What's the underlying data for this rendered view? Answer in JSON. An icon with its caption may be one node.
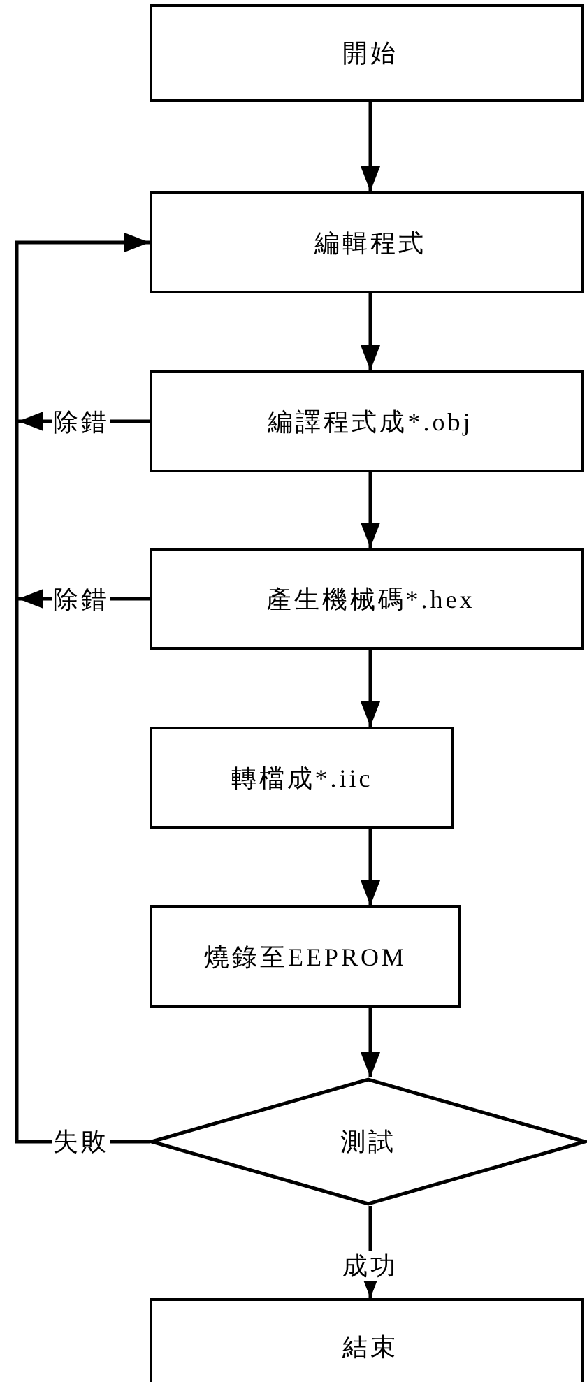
{
  "diagram": {
    "nodes": [
      {
        "text": [
          "開始"
        ]
      },
      {
        "text": [
          "編輯程式"
        ]
      },
      {
        "text": [
          "編譯程式成*.obj"
        ]
      },
      {
        "text": [
          "產生機械碼*.hex"
        ]
      },
      {
        "text": [
          "轉檔成*.iic"
        ]
      },
      {
        "text": [
          "燒錄至EEPROM"
        ]
      },
      {
        "text": [
          "測試"
        ]
      },
      {
        "text": [
          "結束"
        ]
      }
    ],
    "edges": [
      {
        "from": 0,
        "to": 1,
        "arrow": "to"
      },
      {
        "from": 1,
        "to": 2,
        "arrow": "to"
      },
      {
        "from": 2,
        "to": 3,
        "arrow": "to"
      },
      {
        "from": 3,
        "to": 4,
        "arrow": "to"
      },
      {
        "from": 4,
        "to": 5,
        "arrow": "to"
      },
      {
        "from": 5,
        "to": 6,
        "arrow": "to"
      },
      {
        "from": 6,
        "to": 7,
        "arrow": "to",
        "label": "成功"
      },
      {
        "from": 6,
        "to": 1,
        "arrow": "to",
        "label": "失敗"
      },
      {
        "from": 2,
        "to": null,
        "arrow": "to",
        "label": "除錯"
      },
      {
        "from": 3,
        "to": null,
        "arrow": "to",
        "label": "除錯"
      }
    ]
  }
}
